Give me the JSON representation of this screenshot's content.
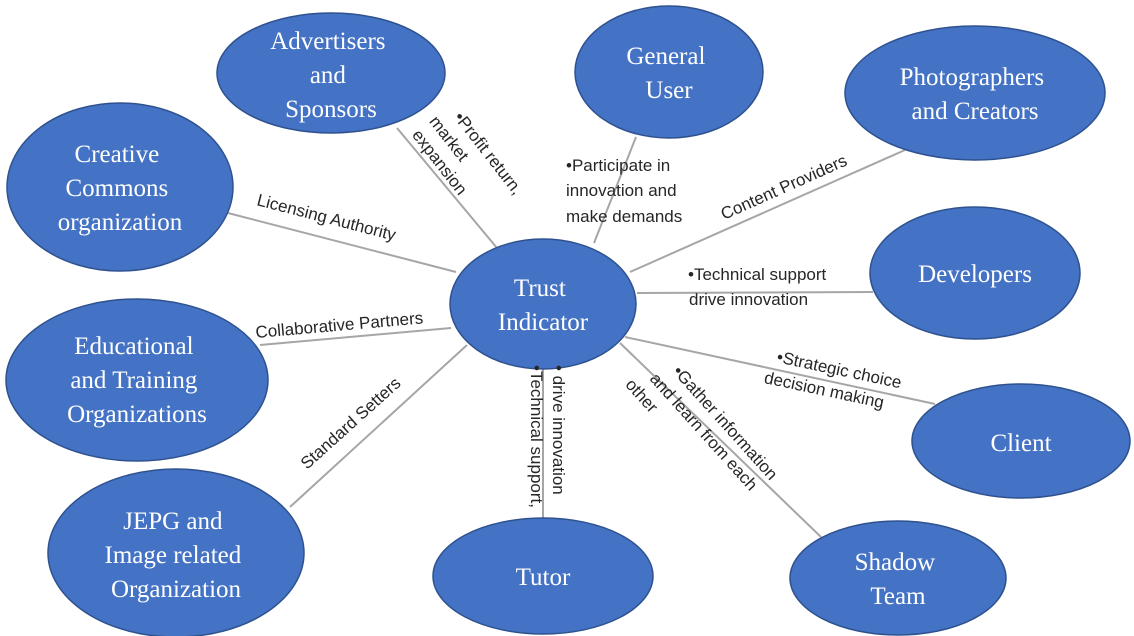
{
  "center": {
    "lines": [
      "Trust",
      "Indicator"
    ]
  },
  "nodes": {
    "advertisers": {
      "lines": [
        "Advertisers",
        "and",
        "Sponsors"
      ]
    },
    "general_user": {
      "lines": [
        "General",
        "User"
      ]
    },
    "photographers": {
      "lines": [
        "Photographers",
        "and Creators"
      ]
    },
    "creative_commons": {
      "lines": [
        "Creative",
        "Commons",
        "organization"
      ]
    },
    "developers": {
      "lines": [
        "Developers"
      ]
    },
    "educational": {
      "lines": [
        "Educational",
        "and Training",
        "Organizations"
      ]
    },
    "client": {
      "lines": [
        "Client"
      ]
    },
    "jepg": {
      "lines": [
        "JEPG and",
        "Image related",
        "Organization"
      ]
    },
    "tutor": {
      "lines": [
        "Tutor"
      ]
    },
    "shadow_team": {
      "lines": [
        "Shadow",
        "Team"
      ]
    }
  },
  "edges": {
    "advertisers": {
      "lines": [
        "•Profit return,",
        "market",
        "expansion"
      ]
    },
    "general_user": {
      "lines": [
        "•Participate in",
        "innovation and",
        "make demands"
      ]
    },
    "photographers": {
      "lines": [
        "Content Providers"
      ]
    },
    "creative_commons": {
      "lines": [
        "Licensing Authority"
      ]
    },
    "developers": {
      "lines": [
        "•Technical support",
        "drive innovation"
      ]
    },
    "educational": {
      "lines": [
        "Collaborative Partners"
      ]
    },
    "client": {
      "lines": [
        "•Strategic choice",
        "decision making"
      ]
    },
    "jepg": {
      "lines": [
        "Standard Setters"
      ]
    },
    "tutor": {
      "lines": [
        "• drive innovation",
        "•Technical support,"
      ]
    },
    "shadow_team": {
      "lines": [
        "•Gather information",
        "and learn from each",
        "other"
      ]
    }
  },
  "colors": {
    "node_fill": "#4472c4",
    "node_stroke": "#2f528f",
    "line": "#a6a6a6",
    "label": "#262626"
  }
}
